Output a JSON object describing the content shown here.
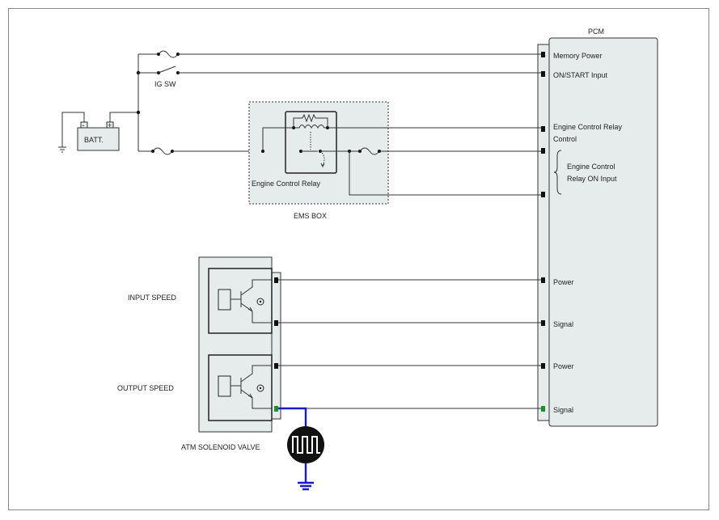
{
  "labels": {
    "pcm": "PCM",
    "memory_power": "Memory Power",
    "on_start": "ON/START Input",
    "ecr_control_1": "Engine Control Relay",
    "ecr_control_2": "Control",
    "ecr_on_1": "Engine Control",
    "ecr_on_2": "Relay ON Input",
    "power1": "Power",
    "signal1": "Signal",
    "power2": "Power",
    "signal2": "Signal",
    "ig_sw": "IG SW",
    "batt": "BATT.",
    "batt_neg": "-",
    "batt_pos": "+",
    "relay": "Engine Control Relay",
    "ems_box": "EMS BOX",
    "input_speed": "INPUT SPEED",
    "output_speed": "OUTPUT SPEED",
    "atm": "ATM SOLENOID VALVE"
  },
  "colors": {
    "highlight_wire": "#1a1acc",
    "highlight_pin": "#1a8f2a",
    "highlight_label": "#1a8f2a"
  }
}
